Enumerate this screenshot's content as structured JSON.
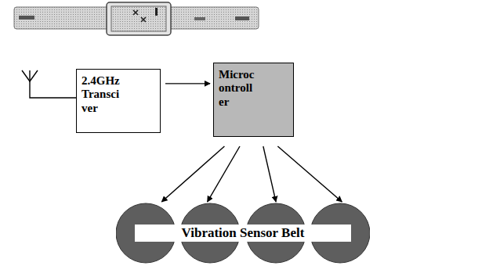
{
  "diagram": {
    "nodes": [
      {
        "text": [
          "2.4GHz Transci ver"
        ]
      },
      {
        "text": [
          "Microc ontroll er"
        ]
      },
      {
        "text": [
          "Vibration Sensor Belt"
        ]
      }
    ],
    "edges": [
      {
        "from": 0,
        "to": 1,
        "arrow": "to"
      },
      {
        "from": 1,
        "to": 2,
        "arrow": "to"
      },
      {
        "from": 1,
        "to": 2,
        "arrow": "to"
      },
      {
        "from": 1,
        "to": 2,
        "arrow": "to"
      },
      {
        "from": 1,
        "to": 2,
        "arrow": "to"
      }
    ]
  }
}
